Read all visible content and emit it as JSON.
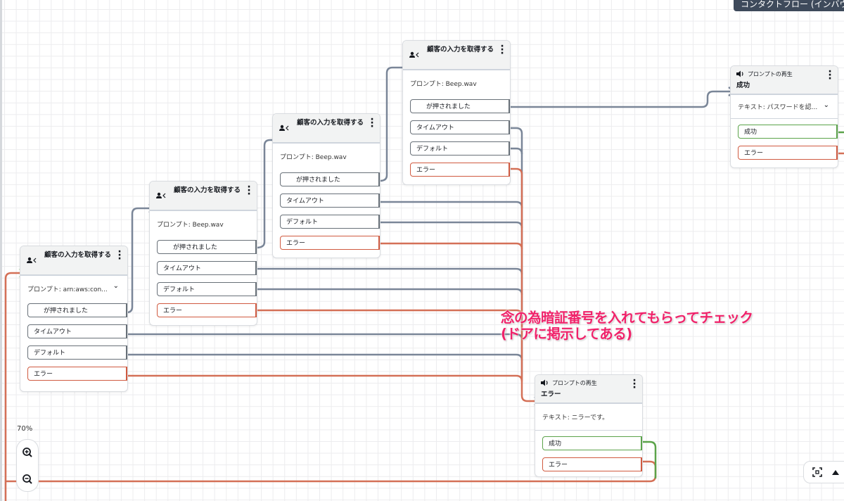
{
  "flow_title": "コンタクトフロー (インバウンド)",
  "zoom": {
    "level": "70%",
    "zoom_in": "zoom-in",
    "zoom_out": "zoom-out"
  },
  "annotation": {
    "line1": "念の為暗証番号を入れてもらってチェック",
    "line2": "(ドアに掲示してある)",
    "color": "#f0226a"
  },
  "colors": {
    "default_wire": "#7a8698",
    "error_wire": "#d47057",
    "success_wire": "#5ba34a"
  },
  "blocks": [
    {
      "title": "顧客の入力を取得する",
      "prompt": "プロンプト: arn:aws:con...",
      "has_dropdown": true,
      "branches": [
        "が押されました",
        "タイムアウト",
        "デフォルト",
        "エラー"
      ]
    },
    {
      "title": "顧客の入力を取得する",
      "prompt": "プロンプト: Beep.wav",
      "branches": [
        "が押されました",
        "タイムアウト",
        "デフォルト",
        "エラー"
      ]
    },
    {
      "title": "顧客の入力を取得する",
      "prompt": "プロンプト: Beep.wav",
      "branches": [
        "が押されました",
        "タイムアウト",
        "デフォルト",
        "エラー"
      ]
    },
    {
      "title": "顧客の入力を取得する",
      "prompt": "プロンプト: Beep.wav",
      "branches": [
        "が押されました",
        "タイムアウト",
        "デフォルト",
        "エラー"
      ]
    },
    {
      "type_label": "プロンプトの再生",
      "title": "成功",
      "text": "テキスト: パスワードを認...",
      "has_dropdown": true,
      "branches": [
        "成功",
        "エラー"
      ]
    },
    {
      "type_label": "プロンプトの再生",
      "title": "エラー",
      "text": "テキスト: ニラーです。",
      "branches": [
        "成功",
        "エラー"
      ]
    }
  ]
}
